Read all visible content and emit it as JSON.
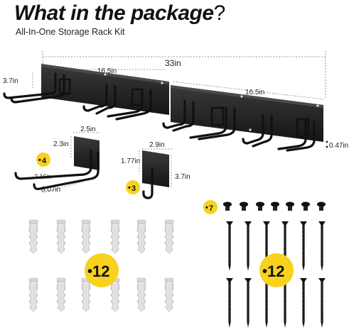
{
  "header": {
    "title": "What in the package",
    "title_mark": "?",
    "subtitle": "All-In-One Storage Rack Kit"
  },
  "dimensions": {
    "total_length": "33in",
    "rail_left_length": "16.5in",
    "rail_right_length": "16.5in",
    "rail_height": "3.7in",
    "rail_thickness": "0.47in",
    "double_hook_width": "2.5in",
    "double_hook_height": "2.3in",
    "double_hook_spacing": "2.16in",
    "double_hook_depth": "8.07in",
    "single_hook_width": "2.9in",
    "single_hook_offset": "1.77in",
    "single_hook_height": "3.7in"
  },
  "quantities": {
    "double_hook": "4",
    "single_hook": "3",
    "anchors": "12",
    "short_screws": "7",
    "long_screws": "12"
  },
  "colors": {
    "badge": "#f7d21e",
    "metal": "#1c1c1c",
    "plastic": "#e6e6e6"
  }
}
